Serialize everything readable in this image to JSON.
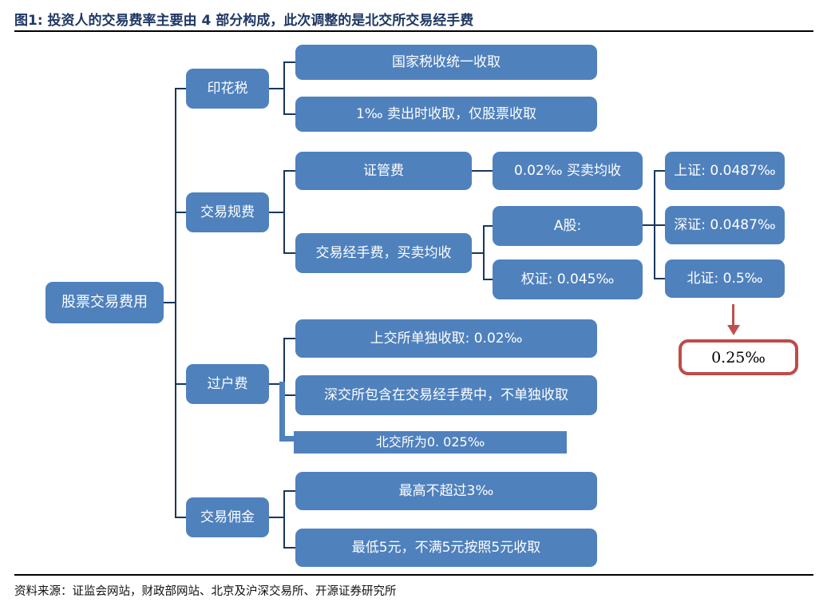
{
  "figure": {
    "title": "图1: 投资人的交易费率主要由 4 部分构成，此次调整的是北交所交易经手费",
    "source": "资料来源：证监会网站，财政部网站、北京及沪深交易所、开源证券研究所"
  },
  "colors": {
    "box_blue": "#4F81BD",
    "connector_navy": "#17375E",
    "title_navy": "#1F3864",
    "highlight_red": "#BF4B47",
    "rule_black": "#000000"
  },
  "tree": {
    "root": "股票交易费用",
    "stamp_tax": {
      "label": "印花税",
      "collector": "国家税收统一收取",
      "rate": "1‰ 卖出时收取，仅股票收取"
    },
    "regulatory_fee": {
      "label": "交易规费",
      "supervision_fee": "证管费",
      "supervision_rate": "0.02‰ 买卖均收",
      "handling_fee": "交易经手费，买卖均收",
      "a_share": "A股:",
      "warrant": "权证: 0.045‰",
      "sh": "上证: 0.0487‰",
      "sz": "深证: 0.0487‰",
      "bj": "北证: 0.5‰",
      "bj_new_rate": "0.25‰"
    },
    "transfer_fee": {
      "label": "过户费",
      "sse": "上交所单独收取: 0.02‰",
      "szse": "深交所包含在交易经手费中，不单独收取",
      "bse": "北交所为0. 025‰"
    },
    "commission": {
      "label": "交易佣金",
      "max": "最高不超过3‰",
      "min": "最低5元，不满5元按照5元收取"
    }
  }
}
